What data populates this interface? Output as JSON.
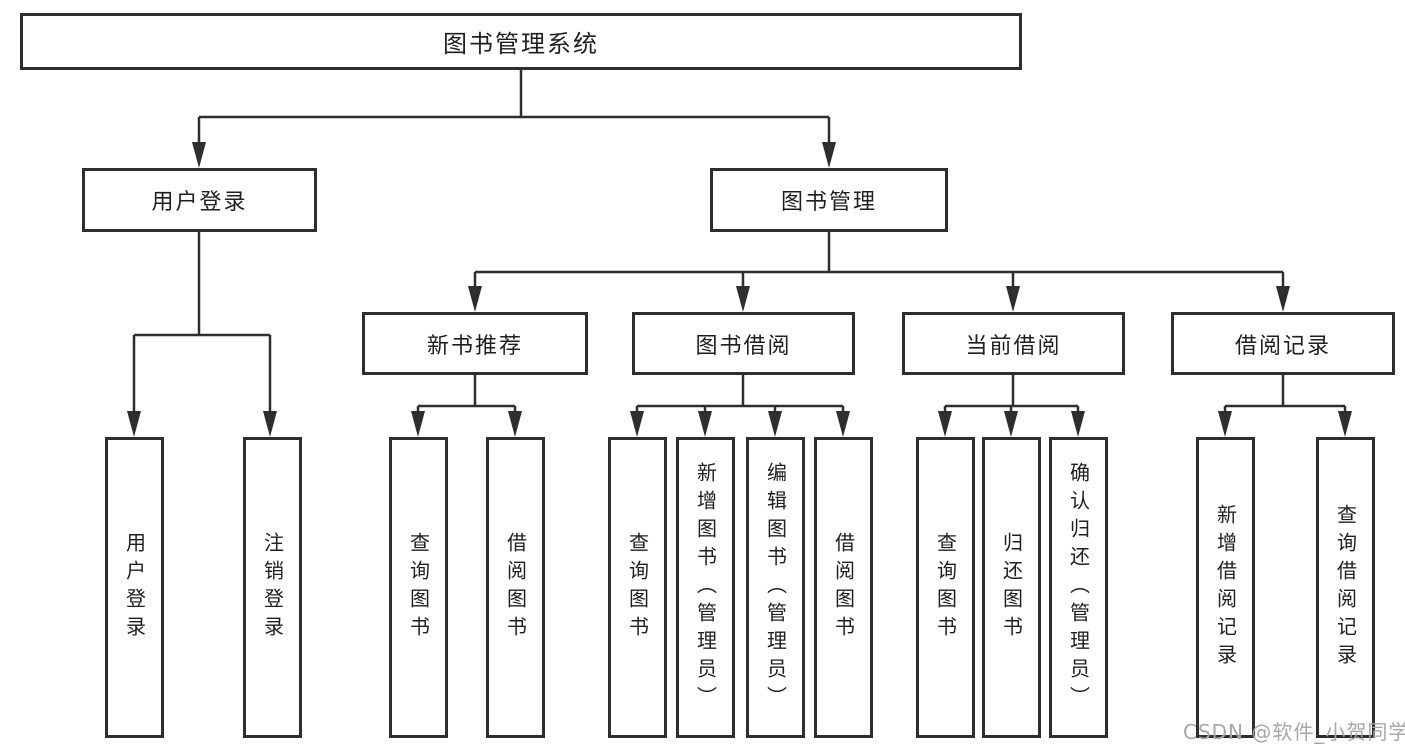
{
  "colors": {
    "line": "#2e2e2e",
    "border": "#2e2e2e",
    "text": "#1f1f1f",
    "watermark": "#a6a6a6",
    "background": "#ffffff"
  },
  "watermark": {
    "text": "CSDN @软件_小贺同学"
  },
  "diagram": {
    "type": "tree",
    "root": {
      "label": "图书管理系统",
      "children": [
        {
          "label": "用户登录",
          "children": [
            {
              "label": "用户登录"
            },
            {
              "label": "注销登录"
            }
          ]
        },
        {
          "label": "图书管理",
          "children": [
            {
              "label": "新书推荐",
              "children": [
                {
                  "label": "查询图书"
                },
                {
                  "label": "借阅图书"
                }
              ]
            },
            {
              "label": "图书借阅",
              "children": [
                {
                  "label": "查询图书"
                },
                {
                  "label": "新增图书（管理员）"
                },
                {
                  "label": "编辑图书（管理员）"
                },
                {
                  "label": "借阅图书"
                }
              ]
            },
            {
              "label": "当前借阅",
              "children": [
                {
                  "label": "查询图书"
                },
                {
                  "label": "归还图书"
                },
                {
                  "label": "确认归还（管理员）"
                }
              ]
            },
            {
              "label": "借阅记录",
              "children": [
                {
                  "label": "新增借阅记录"
                },
                {
                  "label": "查询借阅记录"
                }
              ]
            }
          ]
        }
      ]
    }
  }
}
